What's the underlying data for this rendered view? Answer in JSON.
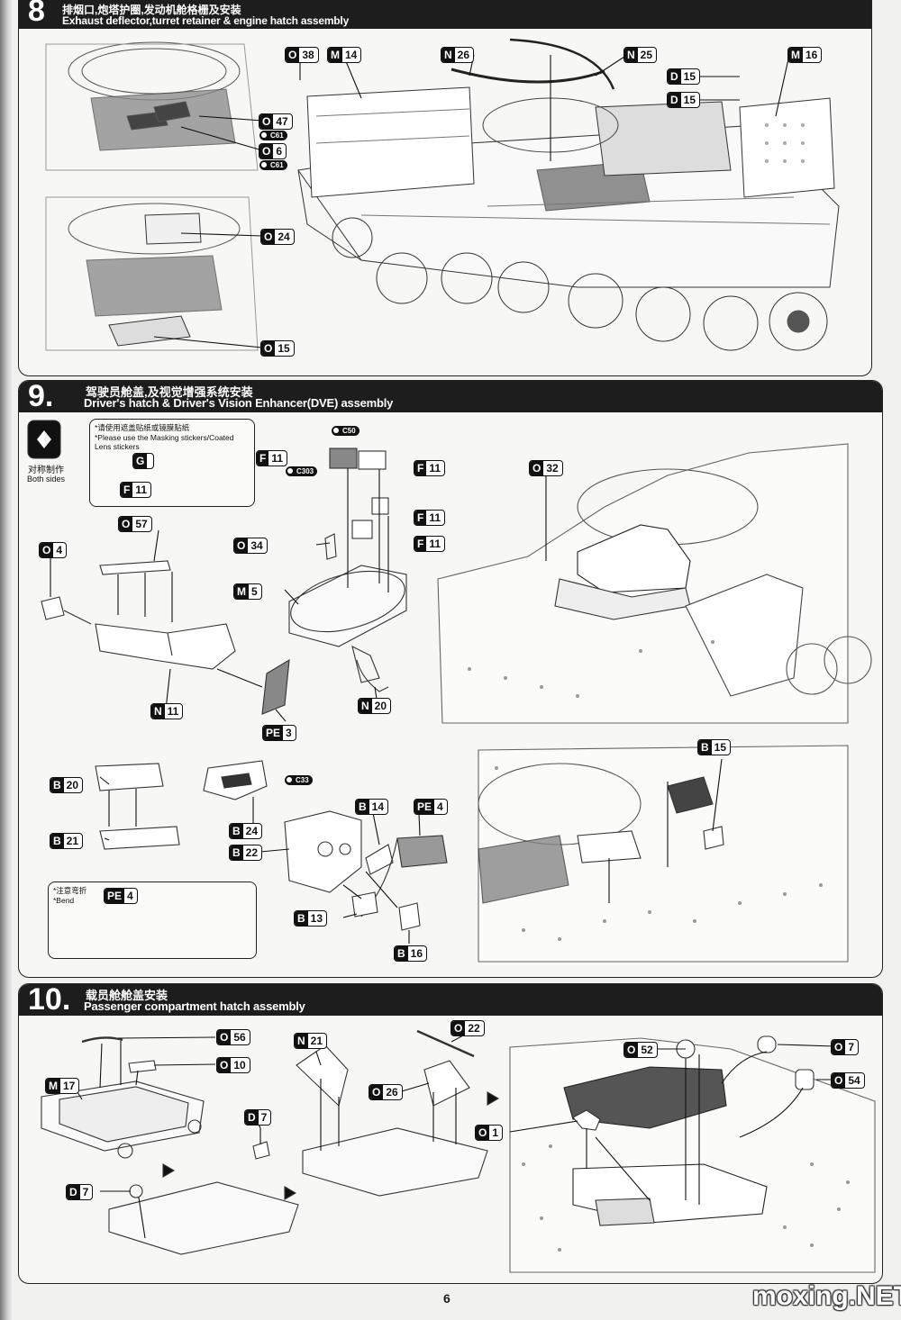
{
  "page_number": "6",
  "watermark": "moxing.NET",
  "step8": {
    "number": "8",
    "title_cn": "排烟口,炮塔护圈,发动机舱格栅及安装",
    "title_en": "Exhaust deflector,turret retainer & engine hatch assembly",
    "tags": {
      "o38": {
        "letter": "O",
        "num": "38"
      },
      "m14": {
        "letter": "M",
        "num": "14"
      },
      "n26": {
        "letter": "N",
        "num": "26"
      },
      "n25": {
        "letter": "N",
        "num": "25"
      },
      "d15a": {
        "letter": "D",
        "num": "15"
      },
      "d15b": {
        "letter": "D",
        "num": "15"
      },
      "m16": {
        "letter": "M",
        "num": "16"
      },
      "o47": {
        "letter": "O",
        "num": "47"
      },
      "o6": {
        "letter": "O",
        "num": "6"
      },
      "o24": {
        "letter": "O",
        "num": "24"
      },
      "o15": {
        "letter": "O",
        "num": "15"
      }
    },
    "color_c61a": "C61",
    "color_c61b": "C61"
  },
  "step9": {
    "number": "9.",
    "title_cn": "驾驶员舱盖,及视觉增强系统安装",
    "title_en": "Driver's hatch & Driver's Vision Enhancer(DVE) assembly",
    "both_sides_cn": "对称制作",
    "both_sides_en": "Both sides",
    "mask_note_cn": "*请使用遮盖贴纸或镜膜贴纸",
    "mask_note_en": "*Please use the Masking stickers/Coated Lens stickers",
    "bend_note_cn": "*注意弯折",
    "bend_note_en": "*Bend",
    "tags": {
      "g": {
        "letter": "G",
        "num": ""
      },
      "f11_note": {
        "letter": "F",
        "num": "11"
      },
      "f11a": {
        "letter": "F",
        "num": "11"
      },
      "f11b": {
        "letter": "F",
        "num": "11"
      },
      "f11c": {
        "letter": "F",
        "num": "11"
      },
      "f11d": {
        "letter": "F",
        "num": "11"
      },
      "o4": {
        "letter": "O",
        "num": "4"
      },
      "o57": {
        "letter": "O",
        "num": "57"
      },
      "o34": {
        "letter": "O",
        "num": "34"
      },
      "m5": {
        "letter": "M",
        "num": "5"
      },
      "n11": {
        "letter": "N",
        "num": "11"
      },
      "pe3": {
        "letter": "PE",
        "num": "3"
      },
      "n20": {
        "letter": "N",
        "num": "20"
      },
      "o32": {
        "letter": "O",
        "num": "32"
      },
      "b20": {
        "letter": "B",
        "num": "20"
      },
      "b21": {
        "letter": "B",
        "num": "21"
      },
      "b24": {
        "letter": "B",
        "num": "24"
      },
      "b22": {
        "letter": "B",
        "num": "22"
      },
      "b14": {
        "letter": "B",
        "num": "14"
      },
      "pe4": {
        "letter": "PE",
        "num": "4"
      },
      "pe4_note": {
        "letter": "PE",
        "num": "4"
      },
      "b13": {
        "letter": "B",
        "num": "13"
      },
      "b16": {
        "letter": "B",
        "num": "16"
      },
      "b15": {
        "letter": "B",
        "num": "15"
      }
    },
    "color_c50": "C50",
    "color_c303": "C303",
    "color_c33": "C33"
  },
  "step10": {
    "number": "10.",
    "title_cn": "载员舱舱盖安装",
    "title_en": "Passenger compartment hatch assembly",
    "tags": {
      "o56": {
        "letter": "O",
        "num": "56"
      },
      "o10": {
        "letter": "O",
        "num": "10"
      },
      "m17": {
        "letter": "M",
        "num": "17"
      },
      "d7a": {
        "letter": "D",
        "num": "7"
      },
      "d7b": {
        "letter": "D",
        "num": "7"
      },
      "n21": {
        "letter": "N",
        "num": "21"
      },
      "o22": {
        "letter": "O",
        "num": "22"
      },
      "o26": {
        "letter": "O",
        "num": "26"
      },
      "o52": {
        "letter": "O",
        "num": "52"
      },
      "o7": {
        "letter": "O",
        "num": "7"
      },
      "o54": {
        "letter": "O",
        "num": "54"
      },
      "o1": {
        "letter": "O",
        "num": "1"
      }
    }
  }
}
